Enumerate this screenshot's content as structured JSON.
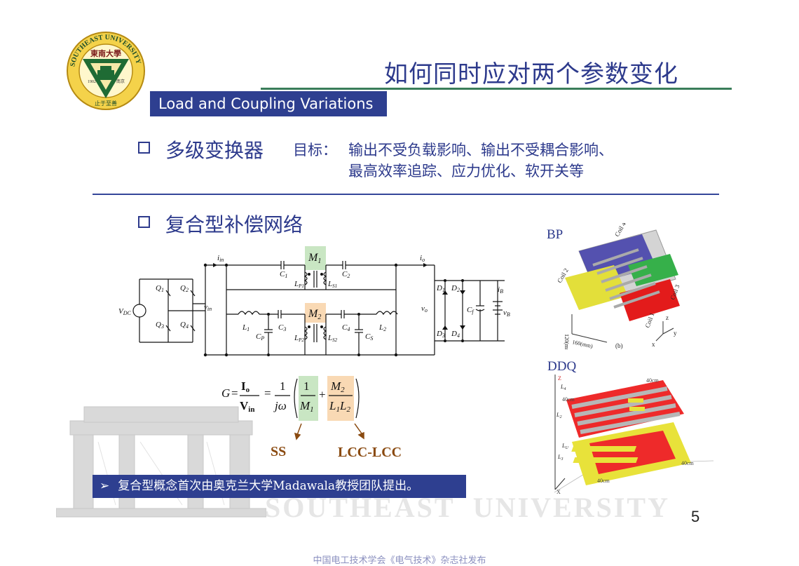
{
  "logo": {
    "ring_text": "SOUTHEAST UNIVERSITY",
    "name_cn": "東南大學",
    "year": "1902",
    "place": "南京",
    "motto": "止于至善"
  },
  "title": "如何同时应对两个参数变化",
  "subtitle": "Load and Coupling Variations",
  "section1": {
    "heading": "多级变换器",
    "goal_label": "目标：",
    "goal_line1": "输出不受负载影响、输出不受耦合影响、",
    "goal_line2": "最高效率追踪、应力优化、软开关等"
  },
  "section2": {
    "heading": "复合型补偿网络"
  },
  "circuit": {
    "vdc": "V",
    "vdc_sub": "DC",
    "q1": "Q",
    "q1s": "1",
    "q2": "Q",
    "q2s": "2",
    "q3": "Q",
    "q3s": "3",
    "q4": "Q",
    "q4s": "4",
    "vin": "v",
    "vin_sub": "in",
    "iin": "i",
    "iin_sub": "in",
    "c1": "C",
    "c1s": "1",
    "c2": "C",
    "c2s": "2",
    "m1": "M",
    "m1s": "1",
    "lp1": "L",
    "lp1s": "P1",
    "ls1": "L",
    "ls1s": "S1",
    "io": "i",
    "io_sub": "o",
    "l1": "L",
    "l1s": "1",
    "cp": "C",
    "cps": "P",
    "c3": "C",
    "c3s": "3",
    "m2": "M",
    "m2s": "2",
    "lp2": "L",
    "lp2s": "P2",
    "ls2": "L",
    "ls2s": "S2",
    "c4": "C",
    "c4s": "4",
    "cs": "C",
    "css": "S",
    "l2": "L",
    "l2s": "2",
    "vo": "v",
    "vo_sub": "o",
    "d1": "D",
    "d1s": "1",
    "d2": "D",
    "d2s": "2",
    "d3": "D",
    "d3s": "3",
    "d4": "D",
    "d4s": "4",
    "cf": "C",
    "cfs": "f",
    "ib": "i",
    "ib_sub": "B",
    "vb": "v",
    "vb_sub": "B"
  },
  "formula": {
    "g": "G",
    "eq": "=",
    "io": "I",
    "io_sub": "o",
    "vin": "V",
    "vin_sub": "in",
    "one": "1",
    "jw": "jω",
    "m1": "M",
    "m1_sub": "1",
    "plus": "+",
    "m2": "M",
    "m2_sub": "2",
    "l1l2": "L",
    "l1l2_a": "1",
    "l1l2_b": "L",
    "l1l2_c": "2"
  },
  "labels": {
    "ss": "SS",
    "lcc": "LCC-LCC"
  },
  "bp": {
    "label": "BP",
    "coil1": "Coil 1",
    "coil2": "Coil 2",
    "coil3": "Coil 3",
    "coil4": "Coil 4",
    "dim1": "120(mm)",
    "dim2": "160(mm)",
    "axis_x": "x",
    "axis_y": "y",
    "axis_z": "z",
    "fig": "(b)"
  },
  "ddq": {
    "label": "DDQ",
    "l4": "L",
    "l4s": "4",
    "l2": "L",
    "l2s": "2",
    "lu": "L",
    "lus": "U",
    "l3": "L",
    "l3s": "3",
    "d40a": "40cm",
    "d40b": "40cm",
    "d40c": "40cm",
    "d40d": "40cm",
    "axis_z": "Z",
    "axis_x": "X"
  },
  "note": {
    "arrow": "➢",
    "text": "复合型概念首次由奥克兰大学Madawala教授团队提出。"
  },
  "watermark": "SOUTHEAST  UNIVERSITY",
  "page_number": "5",
  "footer": "中国电工技术学会《电气技术》杂志社发布",
  "colors": {
    "navy": "#2e3f90",
    "green_rule": "#3a7d5a",
    "m1_highlight": "#c9e6c3",
    "m2_highlight": "#f9d9b4",
    "brown": "#8a4a10"
  }
}
